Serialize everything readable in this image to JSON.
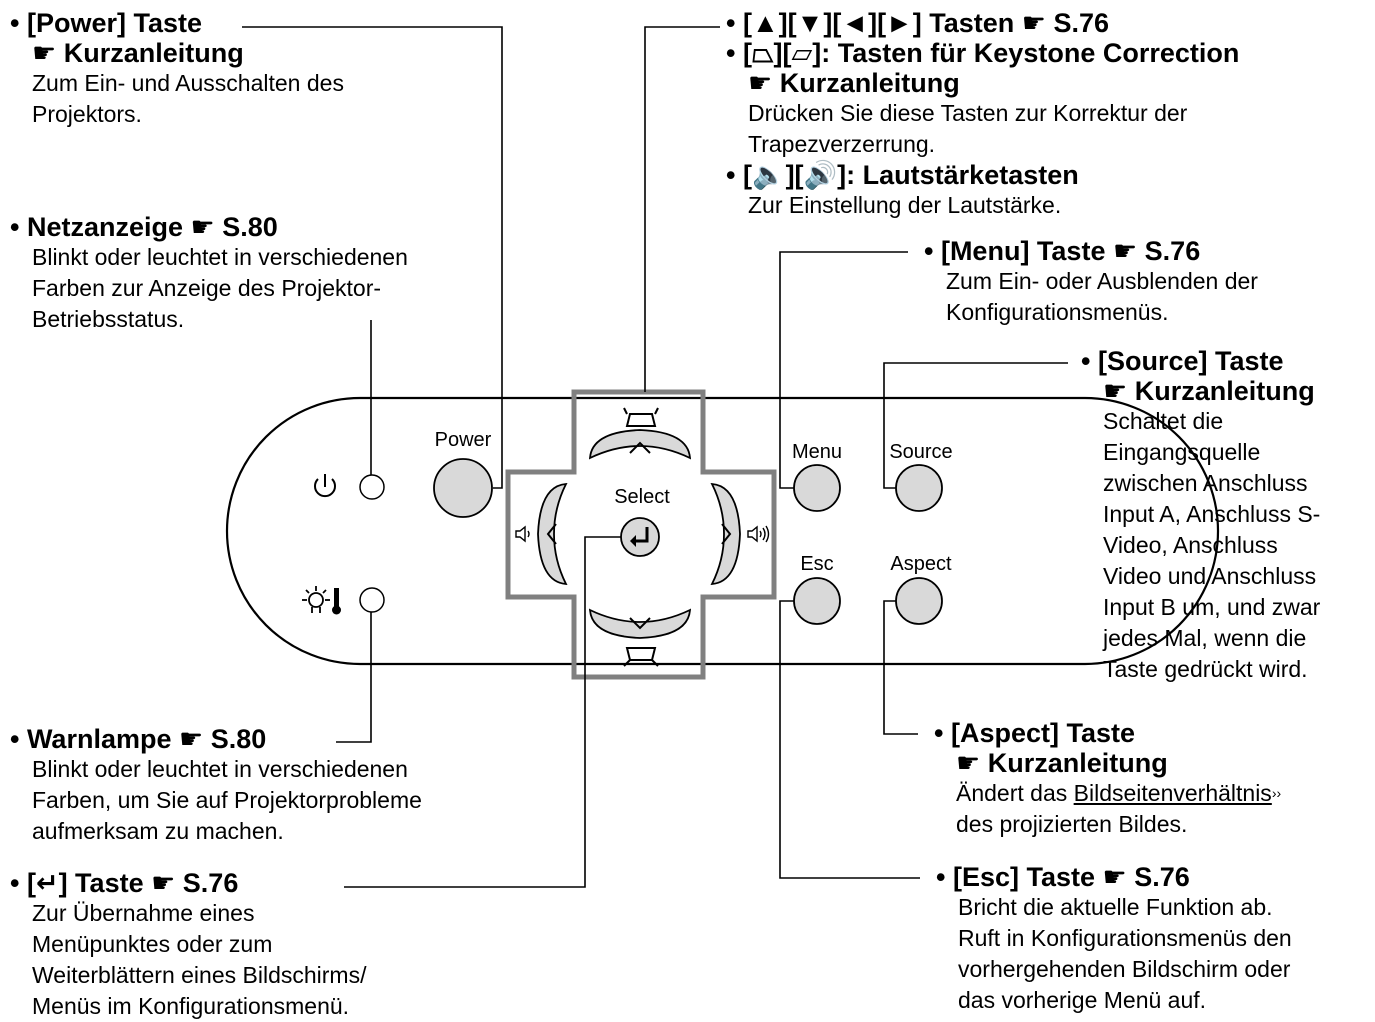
{
  "panel": {
    "power_label": "Power",
    "select_label": "Select",
    "menu_label": "Menu",
    "source_label": "Source",
    "esc_label": "Esc",
    "aspect_label": "Aspect"
  },
  "callouts": {
    "power": {
      "title": "• [Power] Taste",
      "ref": "☛ Kurzanleitung",
      "desc1": "Zum Ein- und Ausschalten des",
      "desc2": "Projektors."
    },
    "netz": {
      "title": "• Netzanzeige ☛ S.80",
      "desc1": "Blinkt oder leuchtet in verschiedenen",
      "desc2": "Farben zur Anzeige des Projektor-",
      "desc3": "Betriebsstatus."
    },
    "warn": {
      "title": "• Warnlampe ☛ S.80",
      "desc1": "Blinkt oder leuchtet in verschiedenen",
      "desc2": "Farben, um Sie auf Projektorprobleme",
      "desc3": "aufmerksam zu machen."
    },
    "enter": {
      "title": "• [↵] Taste ☛ S.76",
      "desc1": "Zur Übernahme eines",
      "desc2": "Menüpunktes oder zum",
      "desc3": "Weiterblättern eines Bildschirms/",
      "desc4": "Menüs im Konfigurationsmenü."
    },
    "arrows": {
      "title1": "• [▲][▼][◄][►] Tasten ☛ S.76",
      "title2": "• [⏢][⏥]: Tasten für Keystone Correction",
      "ref": "☛ Kurzanleitung",
      "desc1": "Drücken Sie diese Tasten zur Korrektur der",
      "desc2": "Trapezverzerrung.",
      "title3": "• [🔈][🔊]: Lautstärketasten",
      "desc3": "Zur Einstellung der Lautstärke."
    },
    "menu": {
      "title": "• [Menu] Taste ☛ S.76",
      "desc1": "Zum Ein- oder Ausblenden der",
      "desc2": "Konfigurationsmenüs."
    },
    "source": {
      "title": "• [Source] Taste",
      "ref": "☛ Kurzanleitung",
      "desc": [
        "Schaltet die",
        "Eingangsquelle",
        "zwischen Anschluss",
        "Input A, Anschluss S-",
        "Video, Anschluss",
        "Video und Anschluss",
        "Input B um, und zwar",
        "jedes Mal, wenn die",
        "Taste gedrückt wird."
      ]
    },
    "aspect": {
      "title": "• [Aspect] Taste",
      "ref": "☛ Kurzanleitung",
      "desc1_pre": "Ändert das ",
      "desc1_link": "Bildseitenverhältnis",
      "desc1_post": "››",
      "desc2": "des projizierten Bildes."
    },
    "esc": {
      "title": "• [Esc] Taste ☛ S.76",
      "desc1": "Bricht die aktuelle Funktion ab.",
      "desc2": "Ruft in Konfigurationsmenüs den",
      "desc3": "vorhergehenden Bildschirm oder",
      "desc4": "das vorherige Menü auf."
    }
  }
}
